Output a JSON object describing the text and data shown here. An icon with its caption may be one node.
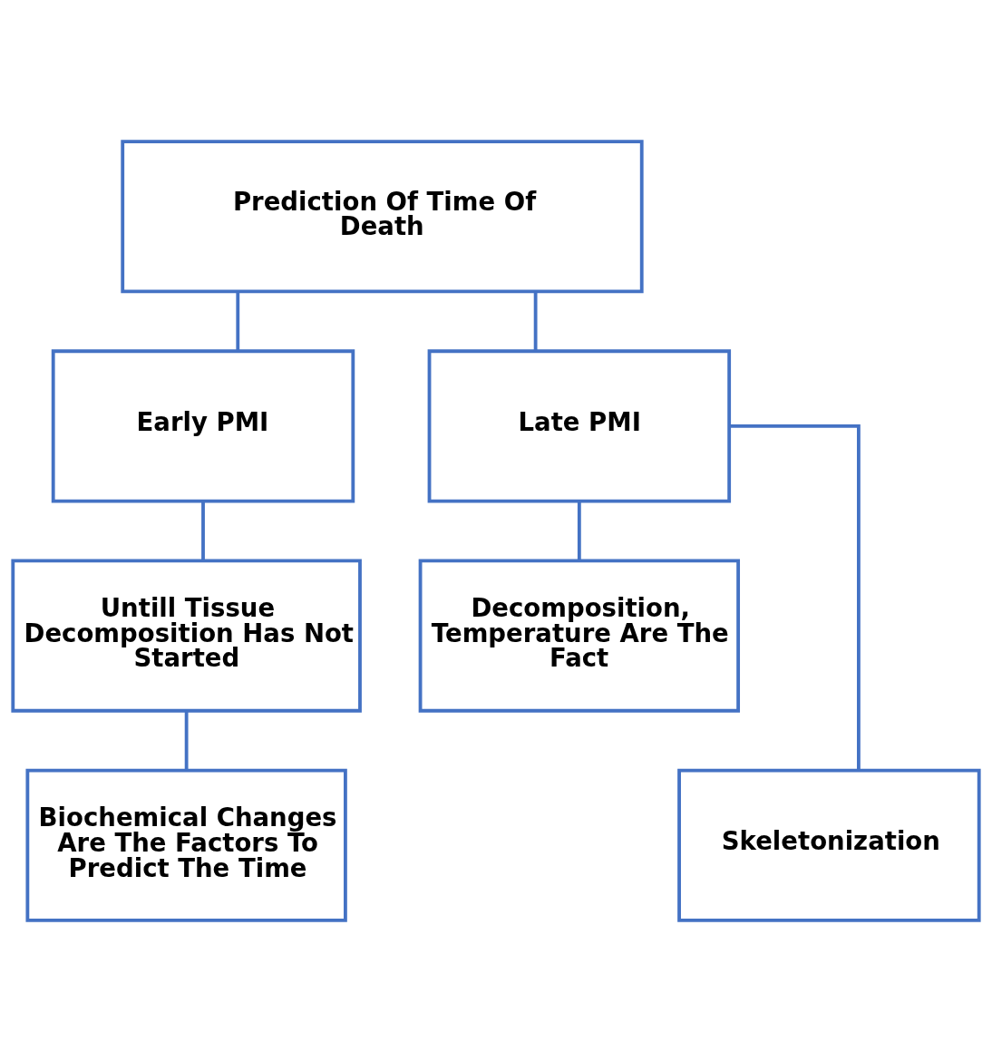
{
  "diagram": {
    "nodes": [
      {
        "text": [
          "Prediction Of Time Of Death"
        ]
      },
      {
        "text": [
          "Early PMI"
        ]
      },
      {
        "text": [
          "Late PMI"
        ]
      },
      {
        "text": [
          "Untill Tissue Decomposition Has Not Started"
        ]
      },
      {
        "text": [
          "Decomposition, Temperature Are The Fact"
        ]
      },
      {
        "text": [
          "Biochemical Changes Are The Factors To Predict The Time"
        ]
      },
      {
        "text": [
          "Skeletonization"
        ]
      }
    ],
    "edges": [
      {
        "from": 0,
        "to": 1,
        "arrow": "none"
      },
      {
        "from": 0,
        "to": 2,
        "arrow": "none"
      },
      {
        "from": 1,
        "to": 3,
        "arrow": "none"
      },
      {
        "from": 2,
        "to": 4,
        "arrow": "none"
      },
      {
        "from": 3,
        "to": 5,
        "arrow": "none"
      },
      {
        "from": 2,
        "to": 6,
        "arrow": "none"
      }
    ]
  }
}
